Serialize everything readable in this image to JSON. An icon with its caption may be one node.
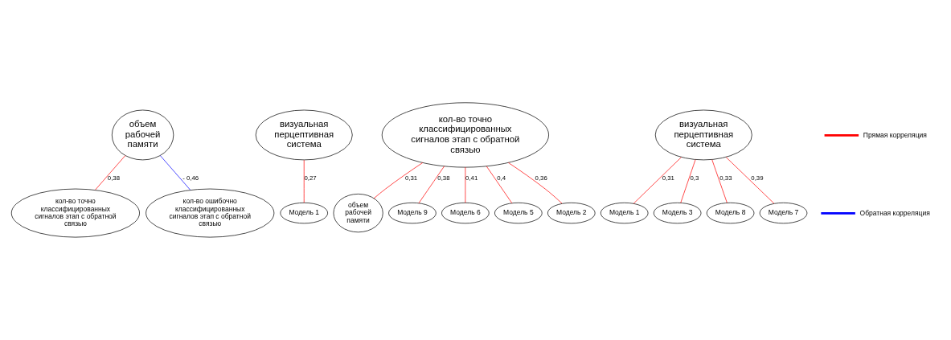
{
  "diagram": {
    "nodes": [
      {
        "text": [
          "объем рабочей памяти"
        ]
      },
      {
        "text": [
          "кол-во точно классифицированных сигналов этап с обратной связью"
        ]
      },
      {
        "text": [
          "кол-во ошибочно классифицированных сигналов этап с обратной связью"
        ]
      },
      {
        "text": [
          "визуальная перцептивная система"
        ]
      },
      {
        "text": [
          "Модель 1"
        ]
      },
      {
        "text": [
          "кол-во точно классифицированных сигналов этап с обратной связью"
        ]
      },
      {
        "text": [
          "объем рабочей памяти"
        ]
      },
      {
        "text": [
          "Модель 9"
        ]
      },
      {
        "text": [
          "Модель 6"
        ]
      },
      {
        "text": [
          "Модель 5"
        ]
      },
      {
        "text": [
          "Модель 2"
        ]
      },
      {
        "text": [
          "визуальная перцептивная система"
        ]
      },
      {
        "text": [
          "Модель 1"
        ]
      },
      {
        "text": [
          "Модель 3"
        ]
      },
      {
        "text": [
          "Модель 8"
        ]
      },
      {
        "text": [
          "Модель 7"
        ]
      }
    ],
    "edges": [
      {
        "from": 0,
        "to": 1,
        "arrow": "none",
        "label": "0,38"
      },
      {
        "from": 0,
        "to": 2,
        "arrow": "none",
        "label": "- 0,46",
        "color": "#0000ff"
      },
      {
        "from": 3,
        "to": 4,
        "arrow": "none",
        "label": "0,27"
      },
      {
        "from": 5,
        "to": 6,
        "arrow": "none",
        "label": "0,31"
      },
      {
        "from": 5,
        "to": 7,
        "arrow": "none",
        "label": "0,38"
      },
      {
        "from": 5,
        "to": 8,
        "arrow": "none",
        "label": "0,41"
      },
      {
        "from": 5,
        "to": 9,
        "arrow": "none",
        "label": "0,4"
      },
      {
        "from": 5,
        "to": 10,
        "arrow": "none",
        "label": "0,36"
      },
      {
        "from": 11,
        "to": 12,
        "arrow": "none",
        "label": "0,31"
      },
      {
        "from": 11,
        "to": 13,
        "arrow": "none",
        "label": "0,3"
      },
      {
        "from": 11,
        "to": 14,
        "arrow": "none",
        "label": "0,33"
      },
      {
        "from": 11,
        "to": 15,
        "arrow": "none",
        "label": "0,39"
      }
    ],
    "legend": [
      {
        "text": "Прямая корреляция",
        "color": "#ff0000"
      },
      {
        "text": "Обратная корреляция",
        "color": "#0000ff"
      }
    ]
  }
}
